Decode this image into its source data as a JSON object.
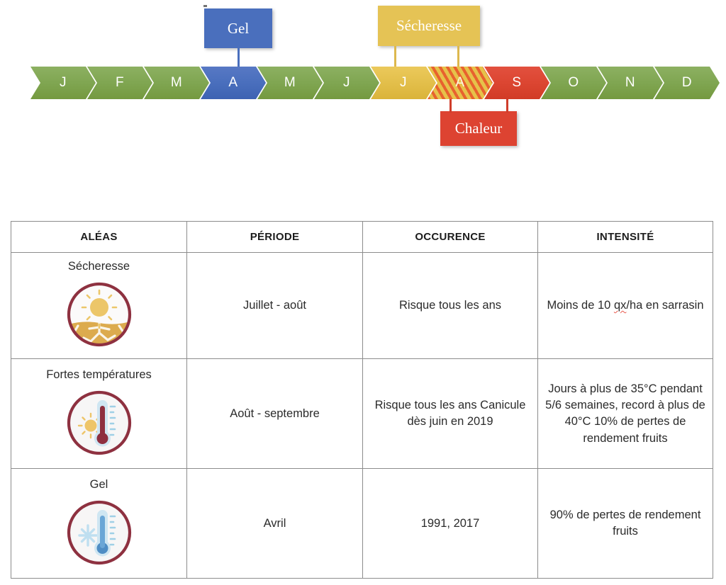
{
  "timeline": {
    "months": [
      {
        "label": "J",
        "name": "janvier",
        "style": "green"
      },
      {
        "label": "F",
        "name": "fevrier",
        "style": "green"
      },
      {
        "label": "M",
        "name": "mars",
        "style": "green"
      },
      {
        "label": "A",
        "name": "avril",
        "style": "blue"
      },
      {
        "label": "M",
        "name": "mai",
        "style": "green"
      },
      {
        "label": "J",
        "name": "juin",
        "style": "green"
      },
      {
        "label": "J",
        "name": "juillet",
        "style": "yellow"
      },
      {
        "label": "A",
        "name": "aout",
        "style": "hatch"
      },
      {
        "label": "S",
        "name": "septembre",
        "style": "red"
      },
      {
        "label": "O",
        "name": "octobre",
        "style": "green"
      },
      {
        "label": "N",
        "name": "novembre",
        "style": "green"
      },
      {
        "label": "D",
        "name": "decembre",
        "style": "green"
      }
    ],
    "callouts": {
      "gel": "Gel",
      "secheresse": "Sécheresse",
      "chaleur": "Chaleur"
    },
    "colors": {
      "green": "#80a652",
      "blue": "#4a6fbd",
      "yellow": "#e3bf4b",
      "red": "#dc4632",
      "hatch_base": "#e6c24a",
      "hatch_stripe": "#e8622e"
    }
  },
  "table": {
    "headers": [
      "ALÉAS",
      "PÉRIODE",
      "OCCURENCE",
      "INTENSITÉ"
    ],
    "rows": [
      {
        "hazard": "Sécheresse",
        "icon": "drought-icon",
        "periode": "Juillet - août",
        "occurence": "Risque tous les ans",
        "intensite_pre": "Moins de 10 ",
        "intensite_flagged": "qx",
        "intensite_post": "/ha en sarrasin"
      },
      {
        "hazard": "Fortes températures",
        "icon": "hot-thermometer-icon",
        "periode": "Août - septembre",
        "occurence": "Risque tous les ans Canicule dès juin en 2019",
        "intensite": "Jours à plus de 35°C pendant 5/6 semaines, record à plus de 40°C 10% de pertes de rendement fruits"
      },
      {
        "hazard": "Gel",
        "icon": "frost-thermometer-icon",
        "periode": "Avril",
        "occurence": "1991, 2017",
        "intensite": "90% de pertes de rendement fruits"
      }
    ]
  }
}
